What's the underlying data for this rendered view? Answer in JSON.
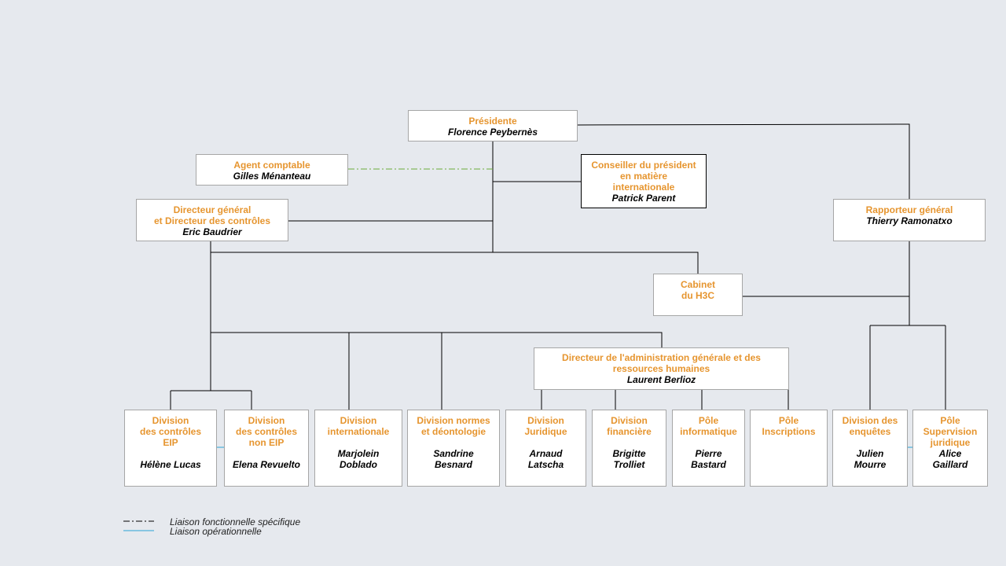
{
  "colors": {
    "title": "#e6952f",
    "name": "#000000",
    "specific_link": "#6aab3a",
    "operational_link": "#29a3d6"
  },
  "president": {
    "title": "Présidente",
    "name": "Florence Peybernès"
  },
  "accountant": {
    "title": "Agent comptable",
    "name": "Gilles Ménanteau"
  },
  "advisor": {
    "title": "Conseiller du président\nen matière\ninternationale",
    "name": "Patrick Parent"
  },
  "director_general": {
    "title": "Directeur général\net Directeur des contrôles",
    "name": "Eric Baudrier"
  },
  "rapporteur": {
    "title": "Rapporteur général",
    "name": "Thierry Ramonatxo"
  },
  "cabinet": {
    "title": "Cabinet\ndu H3C"
  },
  "admin_director": {
    "title": "Directeur de l'administration  générale et des\nressources humaines",
    "name": "Laurent Berlioz"
  },
  "divisions": [
    {
      "title": "Division\ndes contrôles\nEIP",
      "name": "Hélène Lucas"
    },
    {
      "title": "Division\ndes contrôles\nnon EIP",
      "name": "Elena Revuelto"
    },
    {
      "title": "Division\ninternationale",
      "name": "Marjolein\nDoblado"
    },
    {
      "title": "Division  normes\net déontologie",
      "name": "Sandrine\nBesnard"
    },
    {
      "title": "Division\nJuridique",
      "name": "Arnaud\nLatscha"
    },
    {
      "title": "Division\nfinancière",
      "name": "Brigitte\nTrolliet"
    },
    {
      "title": "Pôle\ninformatique",
      "name": "Pierre\nBastard"
    },
    {
      "title": "Pôle\nInscriptions",
      "name": ""
    },
    {
      "title": "Division  des\nenquêtes",
      "name": "Julien\nMourre"
    },
    {
      "title": "Pôle\nSupervision\njuridique",
      "name": "Alice\nGaillard"
    }
  ],
  "legend": {
    "specific": "Liaison fonctionnelle spécifique",
    "operational": "Liaison opérationnelle"
  }
}
